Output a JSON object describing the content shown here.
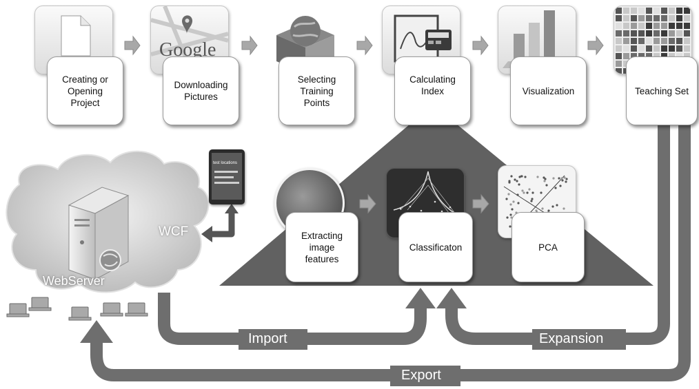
{
  "steps": [
    {
      "label": "Creating or\nOpening\nProject"
    },
    {
      "label": "Downloading\nPictures"
    },
    {
      "label": "Selecting\nTraining\nPoints"
    },
    {
      "label": "Calculating\nIndex"
    },
    {
      "label": "Visualization"
    },
    {
      "label": "Teaching Set"
    }
  ],
  "analysis": [
    {
      "label": "Extracting\nimage\nfeatures"
    },
    {
      "label": "Classificaton"
    },
    {
      "label": "PCA"
    }
  ],
  "server": {
    "name": "WebServer",
    "service": "WCF"
  },
  "phone": {
    "title": "test locations"
  },
  "google_logo_text": "Google",
  "flows": {
    "import": "Import",
    "expansion": "Expansion",
    "export": "Export"
  }
}
